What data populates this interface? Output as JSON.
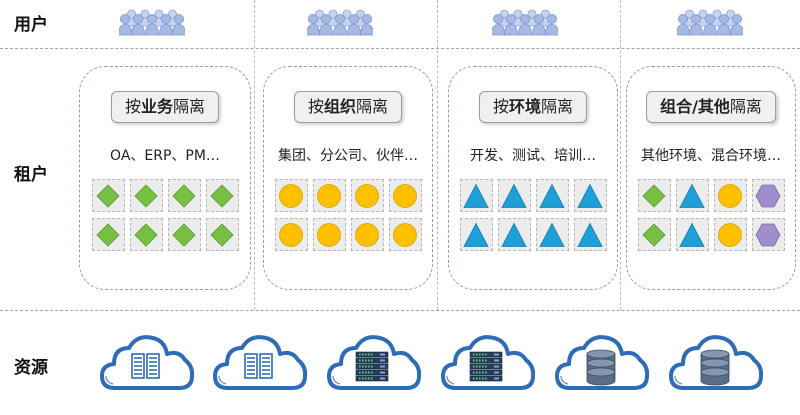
{
  "rows": {
    "users_label": "用户",
    "tenants_label": "租户",
    "resources_label": "资源"
  },
  "colors": {
    "diamond": "#76c043",
    "circle": "#ffc000",
    "triangle": "#1f9fd8",
    "hexagon": "#9e8ec9",
    "cloud_stroke": "#2e6cb7",
    "people": "#a6b9e2"
  },
  "panels": [
    {
      "title_prefix": "按",
      "title_bold": "业务",
      "title_suffix": "隔离",
      "desc": "OA、ERP、PM…",
      "shapes": [
        "diamond",
        "diamond",
        "diamond",
        "diamond",
        "diamond",
        "diamond",
        "diamond",
        "diamond"
      ]
    },
    {
      "title_prefix": "按",
      "title_bold": "组织",
      "title_suffix": "隔离",
      "desc": "集团、分公司、伙伴…",
      "shapes": [
        "circle",
        "circle",
        "circle",
        "circle",
        "circle",
        "circle",
        "circle",
        "circle"
      ]
    },
    {
      "title_prefix": "按",
      "title_bold": "环境",
      "title_suffix": "隔离",
      "desc": "开发、测试、培训…",
      "shapes": [
        "triangle",
        "triangle",
        "triangle",
        "triangle",
        "triangle",
        "triangle",
        "triangle",
        "triangle"
      ]
    },
    {
      "title_prefix": "",
      "title_bold": "组合/其他",
      "title_suffix": "隔离",
      "desc": "其他环境、混合环境…",
      "shapes": [
        "diamond",
        "triangle",
        "circle",
        "hexagon",
        "diamond",
        "triangle",
        "circle",
        "hexagon"
      ]
    }
  ],
  "resources": [
    "file-server",
    "file-server",
    "rack-server",
    "rack-server",
    "database",
    "database"
  ]
}
